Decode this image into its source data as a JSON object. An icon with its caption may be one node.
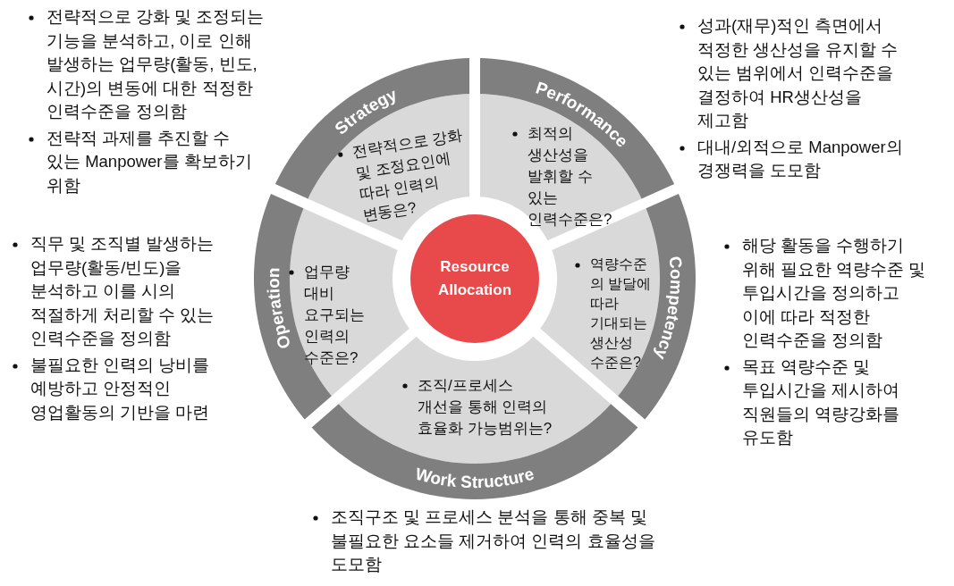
{
  "diagram": {
    "nodes": [
      {
        "text": [
          "Resource Allocation"
        ]
      },
      {
        "text": [
          "Strategy",
          "전략적으로 강화 및 조정요인에 따라 인력의 변동은?"
        ],
        "beside": [
          "전략적으로 강화 및 조정되는 기능을 분석하고, 이로 인해 발생하는 업무량(활동, 빈도, 시간)의 변동에 대한 적정한 인력수준을 정의함",
          "전략적 과제를 추진할 수 있는 Manpower를  확보하기 위함"
        ]
      },
      {
        "text": [
          "Performance",
          "최적의 생산성을 발휘할 수 있는 인력수준은?"
        ],
        "beside": [
          "성과(재무)적인 측면에서 적정한 생산성을 유지할 수 있는 범위에서 인력수준을 결정하여 HR생산성을 제고함",
          "대내/외적으로 Manpower의 경쟁력을 도모함"
        ]
      },
      {
        "text": [
          "역량수준의 발달에 따라 기대되는 생산성 수준은?",
          "Competency"
        ],
        "beside": [
          "해당 활동을 수행하기 위해 필요한 역량수준 및 투입시간을 정의하고 이에 따라 적정한 인력수준을 정의함",
          "목표 역량수준 및 투입시간을 제시하여 직원들의 역량강화를 유도함"
        ]
      },
      {
        "text": [
          "조직/프로세스 개선을 통해 인력의 효율화 가능범위는?",
          "Work Structure"
        ],
        "beside": [
          "조직구조 및 프로세스 분석을 통해 중복 및 불필요한 요소들 제거하여 인력의 효율성을 도모함"
        ]
      },
      {
        "text": [
          "Operation",
          "업무량 대비 요구되는 인력의 수준은?"
        ],
        "beside": [
          "직무 및 조직별 발생하는 업무량(활동/빈도)을 분석하고 이를 시의 적절하게 처리할 수 있는 인력수준을 정의함",
          "불필요한 인력의 낭비를 예방하고 안정적인 영업활동의 기반을 마련"
        ]
      }
    ]
  }
}
